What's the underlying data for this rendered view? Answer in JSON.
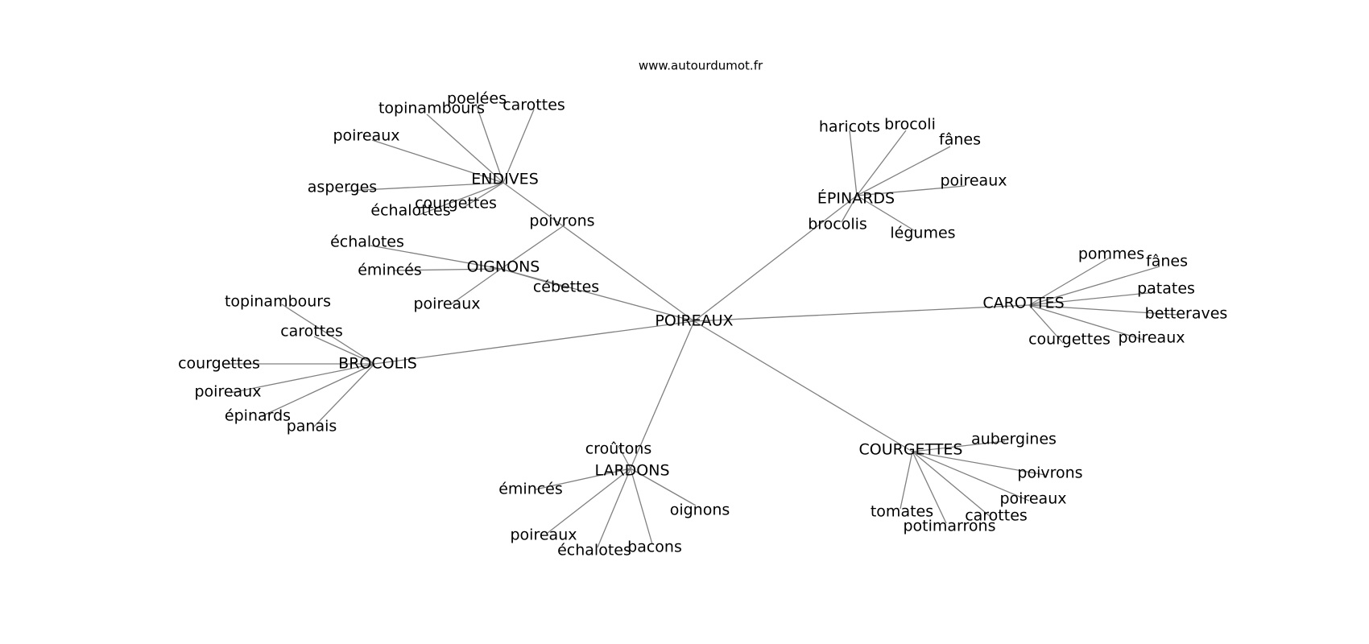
{
  "site": "www.autourdumot.fr",
  "center": "POIREAUX",
  "colors": {
    "edge": "#808080",
    "text": "#000000",
    "background": "#ffffff"
  },
  "clusters": [
    {
      "id": "endives",
      "label": "ENDIVES",
      "leaves": [
        "poelées",
        "carottes",
        "topinambours",
        "poireaux",
        "asperges",
        "courgettes",
        "échalottes"
      ]
    },
    {
      "id": "oignons",
      "label": "OIGNONS",
      "leaves": [
        "poivrons",
        "échalotes",
        "émincés",
        "cébettes",
        "poireaux"
      ]
    },
    {
      "id": "epinards",
      "label": "ÉPINARDS",
      "leaves": [
        "haricots",
        "brocoli",
        "fânes",
        "poireaux",
        "brocolis",
        "légumes"
      ]
    },
    {
      "id": "carottes",
      "label": "CAROTTES",
      "leaves": [
        "pommes",
        "fânes",
        "patates",
        "betteraves",
        "poireaux",
        "courgettes"
      ]
    },
    {
      "id": "brocolis",
      "label": "BROCOLIS",
      "leaves": [
        "topinambours",
        "carottes",
        "courgettes",
        "poireaux",
        "épinards",
        "panais"
      ]
    },
    {
      "id": "lardons",
      "label": "LARDONS",
      "leaves": [
        "croûtons",
        "émincés",
        "oignons",
        "poireaux",
        "échalotes",
        "bacons"
      ]
    },
    {
      "id": "courgettes",
      "label": "COURGETTES",
      "leaves": [
        "aubergines",
        "poivrons",
        "poireaux",
        "carottes",
        "tomates",
        "potimarrons"
      ]
    }
  ]
}
